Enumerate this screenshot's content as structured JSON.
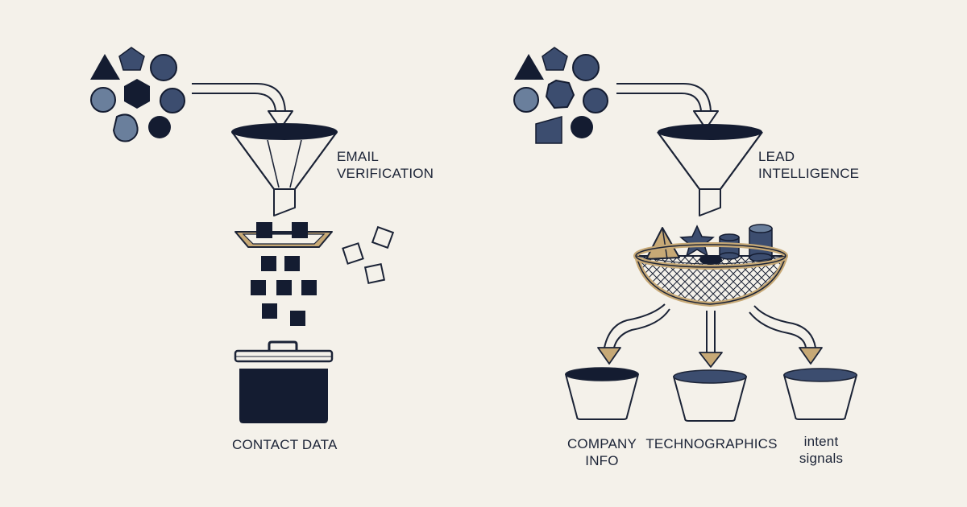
{
  "colors": {
    "background": "#f4f1ea",
    "navy": "#141c31",
    "slate": "#3c4d6f",
    "steel": "#6a7f9c",
    "gold": "#c7a976",
    "outline": "#1b2336"
  },
  "left_panel": {
    "funnel_label": [
      "EMAIL",
      "VERIFICATION"
    ],
    "output_label": "CONTACT DATA",
    "input_shapes": [
      "triangle-icon",
      "pentagon-icon",
      "circle-icon",
      "circle-icon",
      "hexagon-icon",
      "circle-icon",
      "drop-icon",
      "circle-icon"
    ],
    "output_icon": "pot-icon"
  },
  "right_panel": {
    "funnel_label": [
      "LEAD",
      "INTELLIGENCE"
    ],
    "basket_icon": "net-basket-icon",
    "outputs": [
      {
        "label": [
          "COMPANY",
          "INFO"
        ]
      },
      {
        "label": [
          "TECHNOGRAPHICS"
        ]
      },
      {
        "label": [
          "intent",
          "signals"
        ]
      }
    ]
  }
}
